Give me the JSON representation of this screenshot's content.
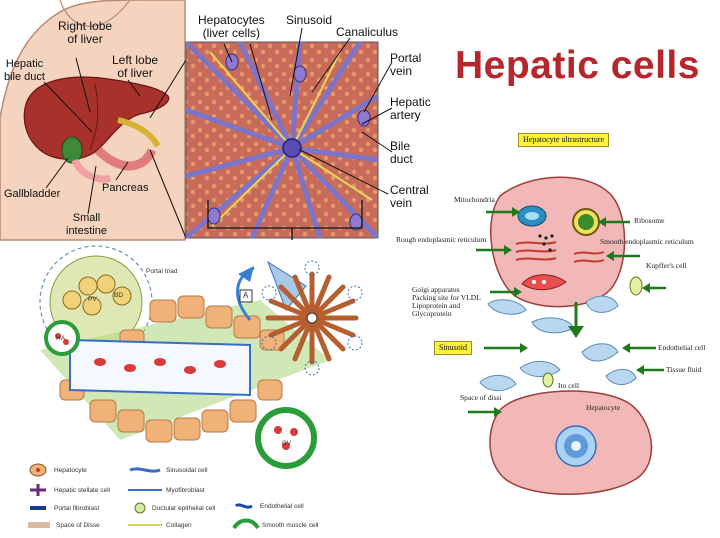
{
  "title": "Hepatic cells",
  "anatomy": {
    "right_lobe": "Right lobe\nof liver",
    "left_lobe": "Left lobe\nof liver",
    "hepatic_bile_duct": "Hepatic\nbile duct",
    "gallbladder": "Gallbladder",
    "small_intestine": "Small\nintestine",
    "pancreas": "Pancreas"
  },
  "lobule": {
    "hepatocytes": "Hepatocytes\n(liver cells)",
    "sinusoid": "Sinusoid",
    "canaliculus": "Canaliculus",
    "portal_vein": "Portal\nvein",
    "hepatic_artery": "Hepatic\nartery",
    "bile_duct": "Bile\nduct",
    "central_vein": "Central\nvein"
  },
  "acinus": {
    "portal_triad": "Portal triad",
    "inset_letter": "A",
    "pv": "PV",
    "ha": "HA",
    "bd": "BD",
    "cv": "CV"
  },
  "legend": [
    {
      "label": "Hepatocyte",
      "icon": "hepatocyte-icon"
    },
    {
      "label": "Sinusoidal cell",
      "icon": "sinusoidal-cell-icon"
    },
    {
      "label": "Hepatic stellate cell",
      "icon": "stellate-cell-icon"
    },
    {
      "label": "Myofibroblast",
      "icon": "myofibroblast-icon"
    },
    {
      "label": "Portal fibroblast",
      "icon": "portal-fibroblast-icon"
    },
    {
      "label": "Ductular epithelial cell",
      "icon": "ductular-cell-icon"
    },
    {
      "label": "Endothelial cell",
      "icon": "endothelial-cell-icon"
    },
    {
      "label": "Space of Disse",
      "icon": "space-of-disse-icon"
    },
    {
      "label": "Collagen",
      "icon": "collagen-icon"
    },
    {
      "label": "Smooth muscle cell",
      "icon": "smooth-muscle-icon"
    }
  ],
  "ultrastructure": {
    "heading": "Hepatocyte ultrastructure",
    "mitochondria": "Mitochondria",
    "ribosome": "Ribosome",
    "rough_er": "Rough endoplasmic reticulum",
    "smooth_er": "Smooth endoplasmic reticulum",
    "kupffer": "Kupffer's cell",
    "golgi": "Golgi apparatus\nPacking site for VLDL\nLipoprotein and\nGlycoprotein",
    "sinusoid": "Sinusoid",
    "endothelial": "Endothelial cell",
    "tissue_fluid": "Tissue fluid",
    "ito_cell": "Ito cell",
    "space_of_disse": "Space of dissi",
    "hepatocyte": "Hepatocyte"
  },
  "colors": {
    "title": "#b5262d",
    "liver": "#a8312c",
    "skin": "#f4d3bf",
    "lobule_bg": "#c96b5a",
    "sinusoid_blue": "#7b74c9",
    "cell_pink": "#f2b8b8",
    "endothelial": "#b9d8f0",
    "arrow_green": "#1f7a1f",
    "highlight": "#fff23a",
    "hepatocyte_orange": "#f1b27a"
  }
}
